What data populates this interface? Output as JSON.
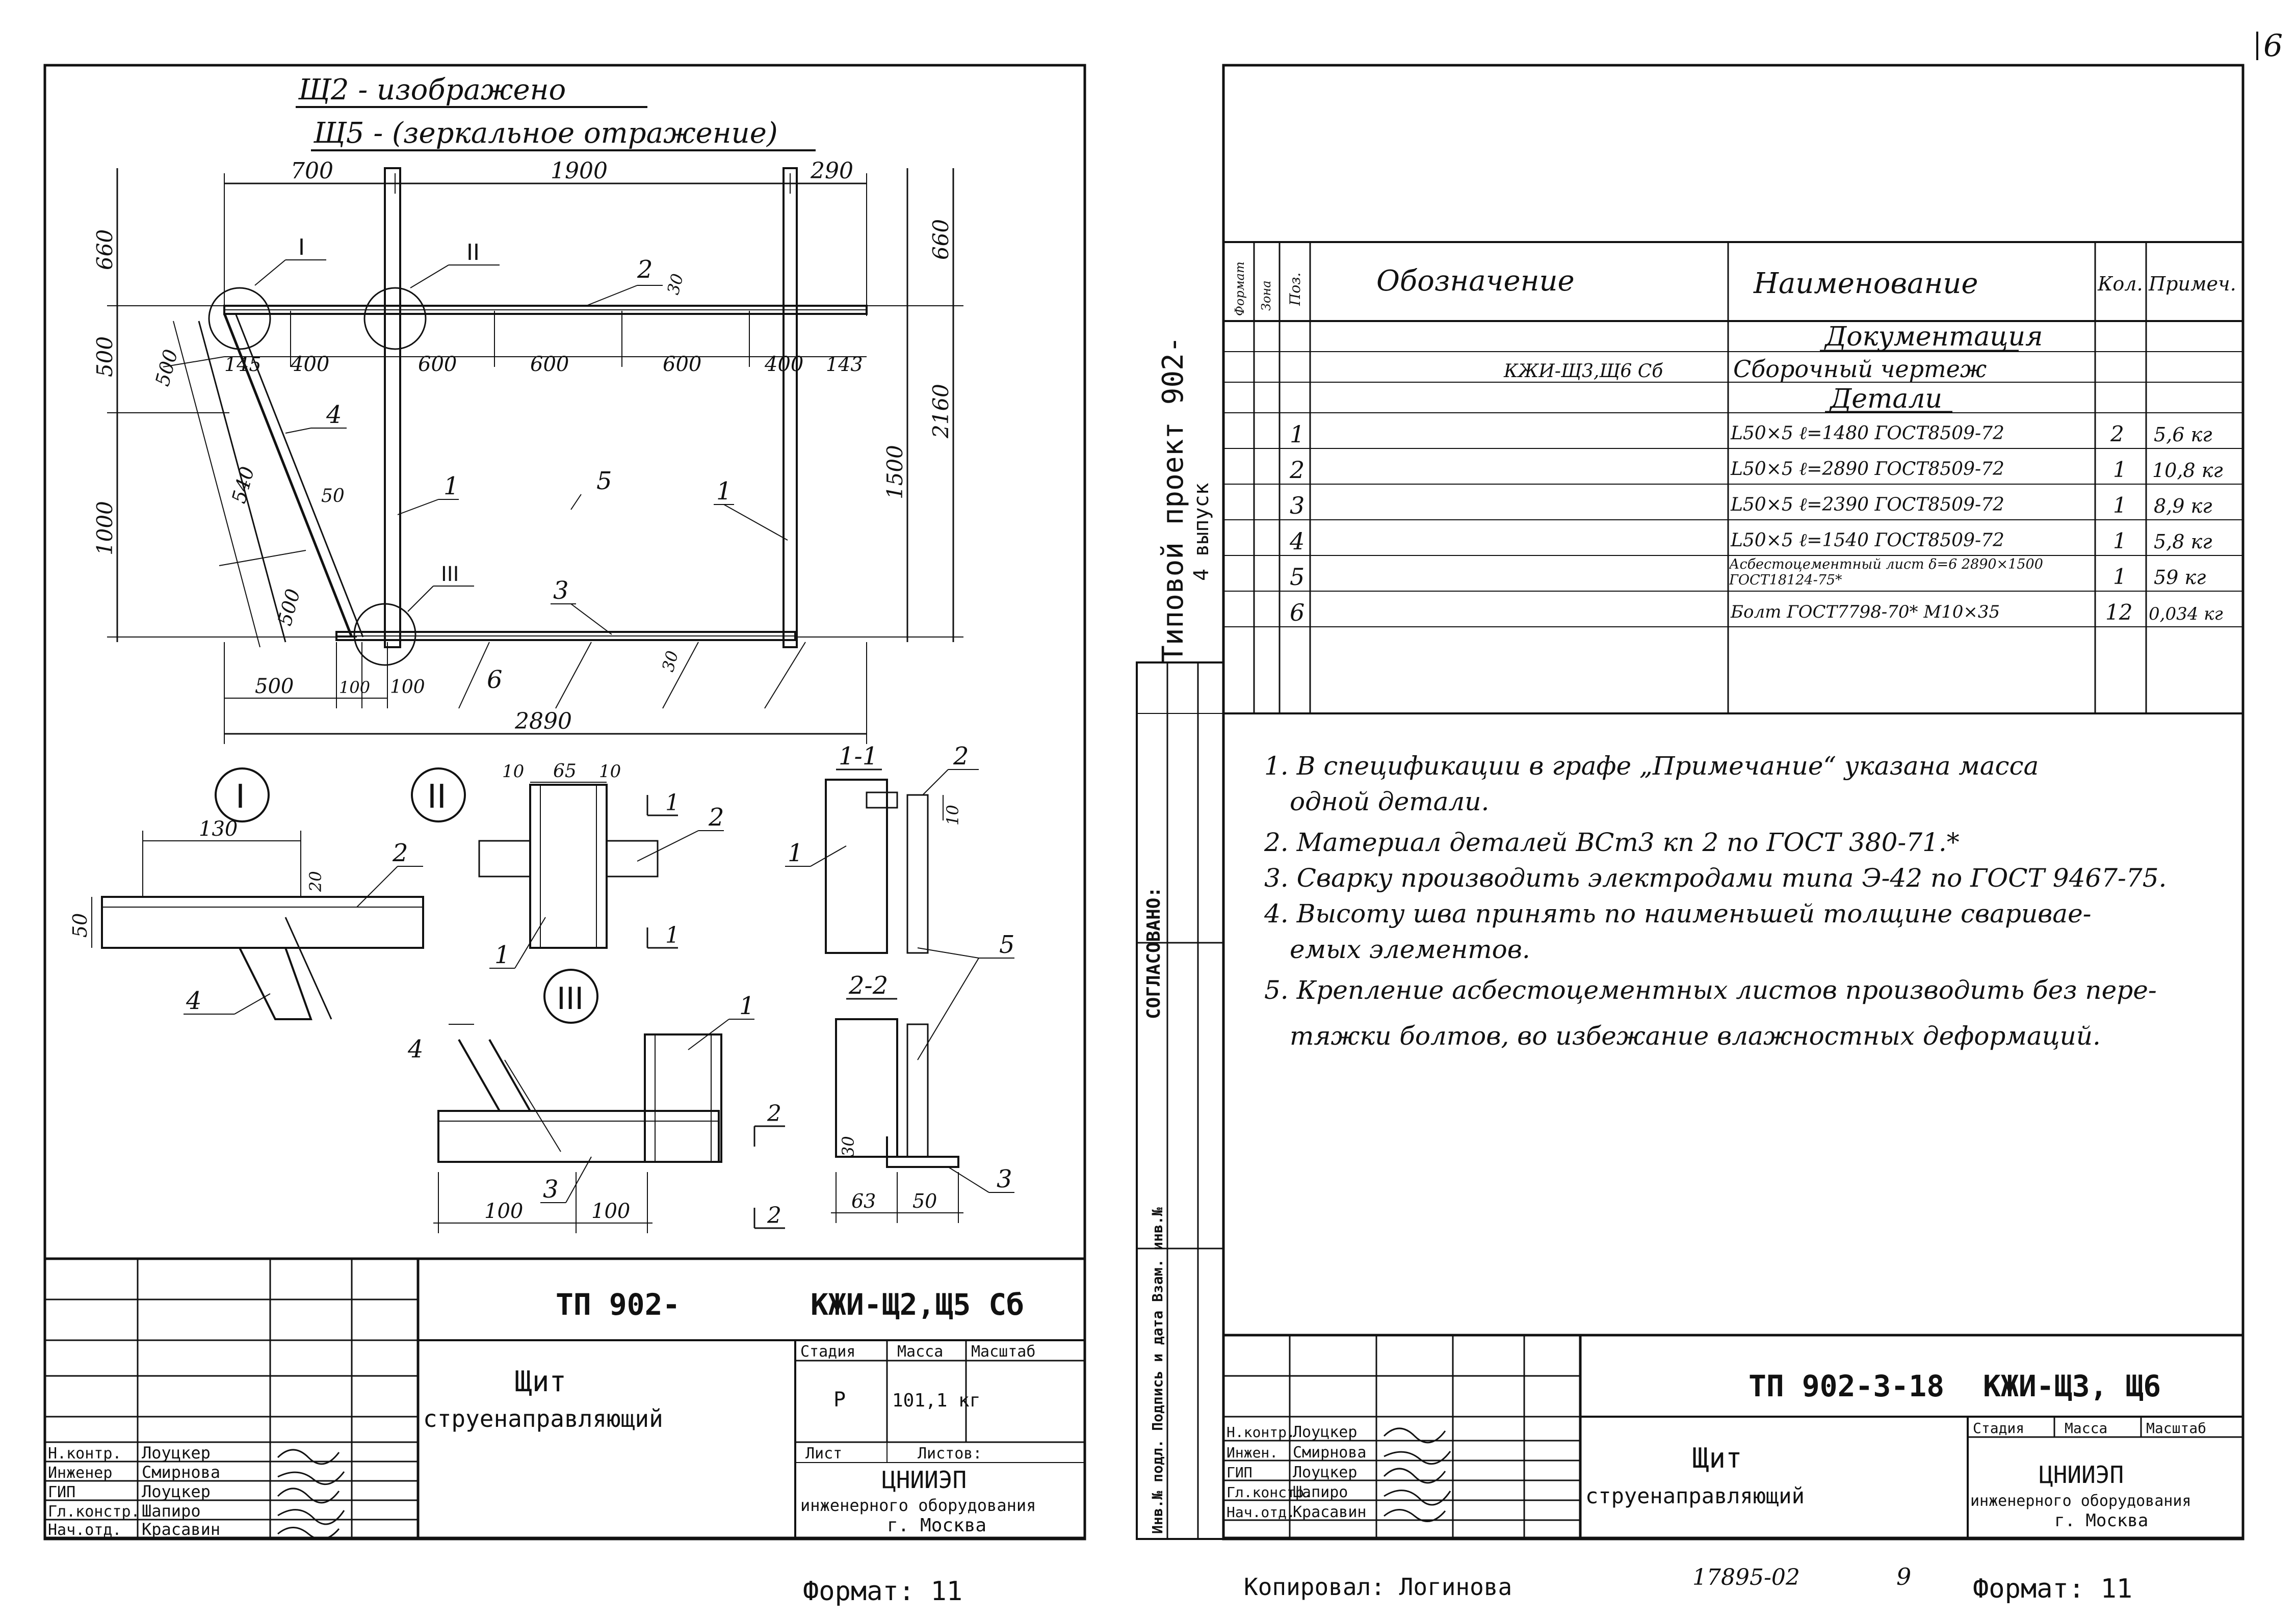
{
  "page_corner_mark": "6",
  "left_sheet": {
    "heading_line1": "Щ2 - изображено",
    "heading_line2": "Щ5 - (зеркальное отражение)",
    "main_view": {
      "top_dims": [
        "700",
        "1900",
        "290"
      ],
      "mid_dims": [
        "145",
        "400",
        "600",
        "600",
        "600",
        "400",
        "143"
      ],
      "bottom_dims": [
        "500",
        "100",
        "100"
      ],
      "overall_width": "2890",
      "left_dims": [
        "660",
        "500",
        "1000"
      ],
      "right_dims": [
        "660",
        "2160",
        "1500"
      ],
      "diag_dims": [
        "500",
        "540",
        "500"
      ],
      "callouts": [
        "I",
        "II",
        "III"
      ],
      "positions": [
        "1",
        "1",
        "2",
        "3",
        "4",
        "5",
        "6"
      ],
      "small_dims": [
        "30",
        "50",
        "30"
      ]
    },
    "detail_1": {
      "label": "I",
      "dims": [
        "130",
        "20",
        "50"
      ],
      "positions": [
        "2",
        "4"
      ]
    },
    "detail_2": {
      "label": "II",
      "dims": [
        "10",
        "65",
        "10"
      ],
      "positions": [
        "1",
        "2",
        "1"
      ],
      "cut_marks": [
        "1",
        "1"
      ]
    },
    "detail_3": {
      "label": "III",
      "dims": [
        "100",
        "100"
      ],
      "positions": [
        "4",
        "1",
        "3"
      ],
      "cut_marks": [
        "2",
        "2"
      ]
    },
    "section_1_1": {
      "label": "1-1",
      "dims": [
        "10"
      ],
      "positions": [
        "2",
        "1"
      ]
    },
    "section_2_2": {
      "label": "2-2",
      "dims": [
        "30",
        "63",
        "50"
      ],
      "positions": [
        "5",
        "3"
      ]
    },
    "title_block": {
      "code_prefix": "ТП 902-",
      "code_suffix": "КЖИ-Щ2,Щ5 Сб",
      "name_line1": "Щит",
      "name_line2": "струенаправляющий",
      "col_stage": "Стадия",
      "col_mass": "Масса",
      "col_scale": "Масштаб",
      "stage": "Р",
      "mass": "101,1 кг",
      "sheet": "Лист",
      "sheets": "Листов:",
      "org1": "ЦНИИЭП",
      "org2": "инженерного оборудования",
      "org3": "г. Москва",
      "people": [
        {
          "role": "Н.контр.",
          "name": "Лоуцкер"
        },
        {
          "role": "Инженер",
          "name": "Смирнова"
        },
        {
          "role": "ГИП",
          "name": "Лоуцкер"
        },
        {
          "role": "Гл.констр.",
          "name": "Шапиро"
        },
        {
          "role": "Нач.отд.",
          "name": "Красавин"
        }
      ]
    },
    "format": "Формат: 11"
  },
  "right_sheet": {
    "side_label_1": "Типовой проект 902-",
    "side_label_2": "4 выпуск",
    "stamp_agreed": "СОГЛАСОВАНО:",
    "stamp_inv": "Инв.№ подл. Подпись и дата Взам. инв.№",
    "table": {
      "headers": {
        "format": "Формат",
        "zone": "Зона",
        "pos": "Поз.",
        "designation": "Обозначение",
        "name": "Наименование",
        "qty": "Кол.",
        "note": "Примеч."
      },
      "rows": [
        {
          "pos": "",
          "designation": "",
          "name": "Документация",
          "qty": "",
          "note": "",
          "section": true
        },
        {
          "pos": "",
          "designation": "КЖИ-Щ3,Щ6 Сб",
          "name": "Сборочный чертеж",
          "qty": "",
          "note": "",
          "section": false
        },
        {
          "pos": "",
          "designation": "",
          "name": "Детали",
          "qty": "",
          "note": "",
          "section": true
        },
        {
          "pos": "1",
          "designation": "",
          "name": "L50×5 ℓ=1480 ГОСТ8509-72",
          "qty": "2",
          "note": "5,6 кг",
          "section": false
        },
        {
          "pos": "2",
          "designation": "",
          "name": "L50×5 ℓ=2890 ГОСТ8509-72",
          "qty": "1",
          "note": "10,8 кг",
          "section": false
        },
        {
          "pos": "3",
          "designation": "",
          "name": "L50×5 ℓ=2390 ГОСТ8509-72",
          "qty": "1",
          "note": "8,9 кг",
          "section": false
        },
        {
          "pos": "4",
          "designation": "",
          "name": "L50×5 ℓ=1540 ГОСТ8509-72",
          "qty": "1",
          "note": "5,8 кг",
          "section": false
        },
        {
          "pos": "5",
          "designation": "",
          "name": "Асбестоцементный лист δ=6 2890×1500 ГОСТ18124-75*",
          "qty": "1",
          "note": "59 кг",
          "section": false
        },
        {
          "pos": "6",
          "designation": "",
          "name": "Болт ГОСТ7798-70* М10×35",
          "qty": "12",
          "note": "0,034 кг",
          "section": false
        }
      ]
    },
    "notes": [
      "1. В спецификации в графе „Примечание“ указана масса",
      "одной детали.",
      "2. Материал деталей ВСт3 кп 2 по ГОСТ 380-71.*",
      "3. Сварку производить электродами типа Э-42 по ГОСТ 9467-75.",
      "4. Высоту шва принять по наименьшей толщине сваривае-",
      "емых элементов.",
      "5. Крепление асбестоцементных листов производить без пере-",
      "тяжки болтов, во избежание влажностных деформаций."
    ],
    "title_block": {
      "code_prefix": "ТП 902-3-18",
      "code_suffix": "КЖИ-Щ3, Щ6",
      "name_line1": "Щит",
      "name_line2": "струенаправляющий",
      "col_stage": "Стадия",
      "col_mass": "Масса",
      "col_scale": "Масштаб",
      "org1": "ЦНИИЭП",
      "org2": "инженерного оборудования",
      "org3": "г. Москва",
      "people": [
        {
          "role": "Н.контр.",
          "name": "Лоуцкер"
        },
        {
          "role": "Инжен.",
          "name": "Смирнова"
        },
        {
          "role": "ГИП",
          "name": "Лоуцкер"
        },
        {
          "role": "Гл.констр.",
          "name": "Шапиро"
        },
        {
          "role": "Нач.отд.",
          "name": "Красавин"
        }
      ]
    },
    "copied_by": "Копировал: Логинова",
    "archive_no": "17895-02",
    "page_no": "9",
    "format": "Формат: 11"
  }
}
